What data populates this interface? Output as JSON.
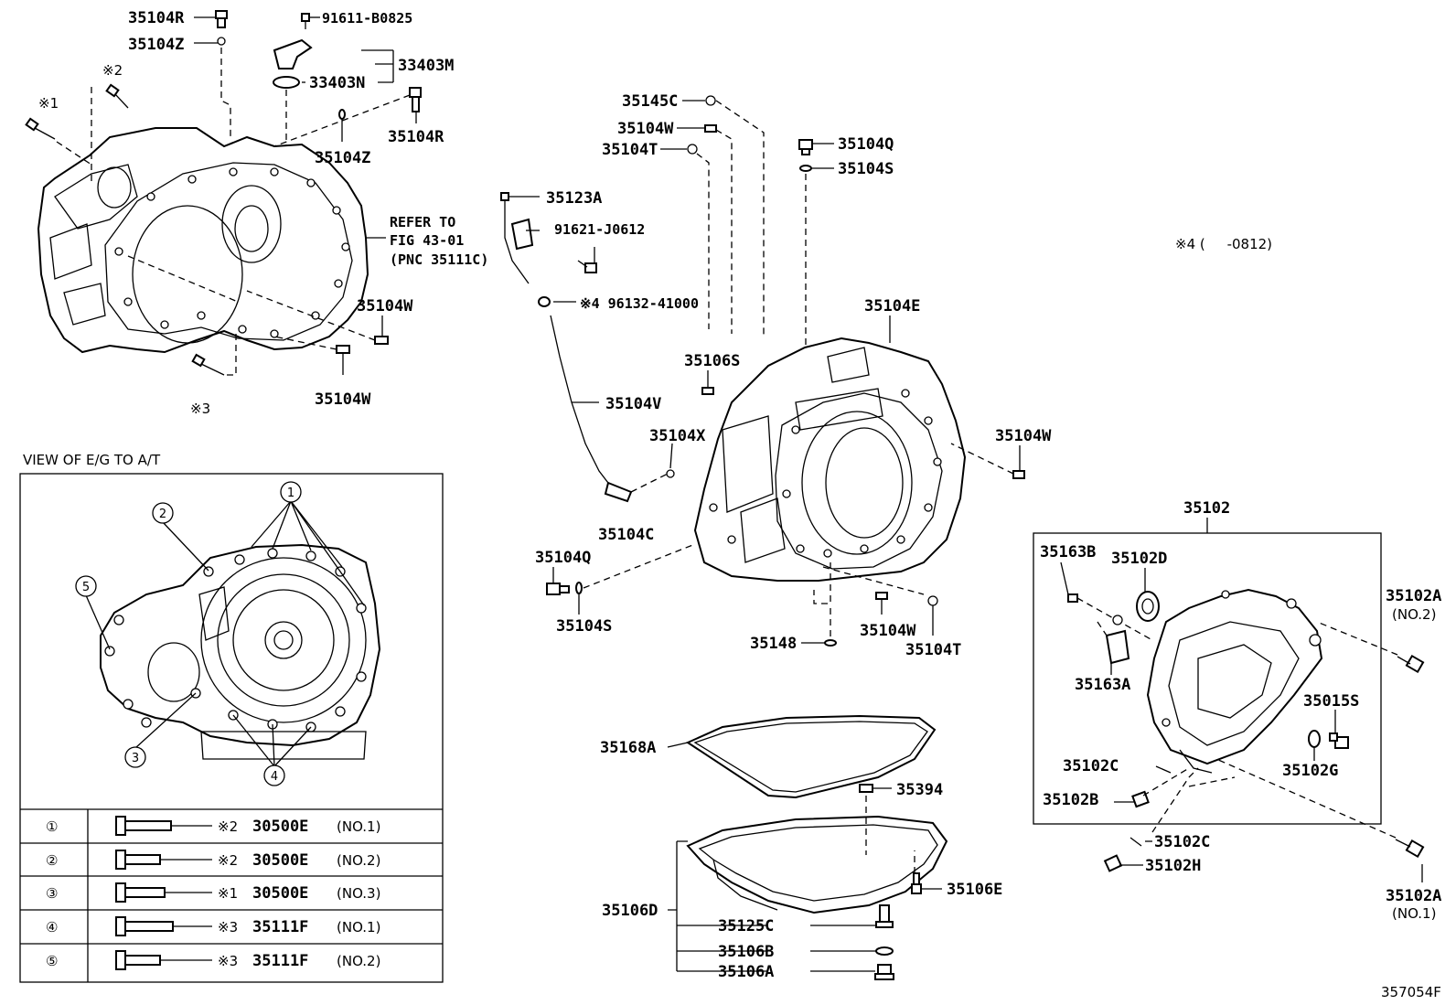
{
  "labels": {
    "p35104R_top": "35104R",
    "p91611": "91611-B0825",
    "p35104Z_top": "35104Z",
    "p33403M": "33403M",
    "p33403N": "33403N",
    "note2_top": "※2",
    "note1_top": "※1",
    "p35104Z_mid": "35104Z",
    "p35104R_mid": "35104R",
    "refer1": "REFER TO",
    "refer2": "FIG 43-01",
    "refer3": "(PNC 35111C)",
    "p35104W_a": "35104W",
    "p35104W_b": "35104W",
    "note3_top": "※3",
    "p35145C": "35145C",
    "p35104W_c": "35104W",
    "p35104T_a": "35104T",
    "p35123A": "35123A",
    "p91621": "91621-J0612",
    "p96132": "※4 96132-41000",
    "p35104Q_a": "35104Q",
    "p35104S_a": "35104S",
    "note4": "※4 (     -0812)",
    "p35104E": "35104E",
    "p35106S": "35106S",
    "p35104V": "35104V",
    "p35104X": "35104X",
    "p35104W_d": "35104W",
    "p35104C": "35104C",
    "p35104Q_b": "35104Q",
    "p35104S_b": "35104S",
    "p35148": "35148",
    "p35104W_e": "35104W",
    "p35104T_b": "35104T",
    "p35102": "35102",
    "p35163B": "35163B",
    "p35102D": "35102D",
    "p35102A_2": "35102A",
    "p35102A_2b": "(NO.2)",
    "p35163A": "35163A",
    "p35015S": "35015S",
    "p35102G": "35102G",
    "p35102C_a": "35102C",
    "p35102B": "35102B",
    "p35102C_b": "35102C",
    "p35102H": "35102H",
    "p35102A_1": "35102A",
    "p35102A_1b": "(NO.1)",
    "p35168A": "35168A",
    "p35394": "35394",
    "p35106E": "35106E",
    "p35106D": "35106D",
    "p35125C": "35125C",
    "p35106B": "35106B",
    "p35106A": "35106A",
    "fig_no": "357054F"
  },
  "view": {
    "title": "VIEW OF E/G TO A/T",
    "callouts": [
      "1",
      "2",
      "3",
      "4",
      "5"
    ]
  },
  "bolt_table": [
    {
      "idx": "①",
      "note": "※2",
      "part": "30500E",
      "no": "(NO.1)"
    },
    {
      "idx": "②",
      "note": "※2",
      "part": "30500E",
      "no": "(NO.2)"
    },
    {
      "idx": "③",
      "note": "※1",
      "part": "30500E",
      "no": "(NO.3)"
    },
    {
      "idx": "④",
      "note": "※3",
      "part": "35111F",
      "no": "(NO.1)"
    },
    {
      "idx": "⑤",
      "note": "※3",
      "part": "35111F",
      "no": "(NO.2)"
    }
  ]
}
